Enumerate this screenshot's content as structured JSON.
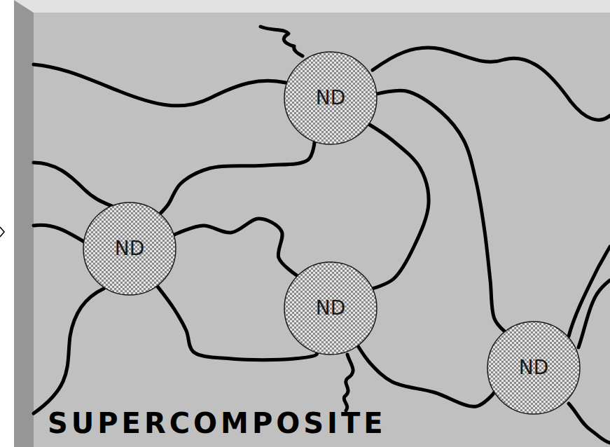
{
  "diagram": {
    "nodes": [
      {
        "text": [
          "ND"
        ]
      },
      {
        "text": [
          "ND"
        ]
      },
      {
        "text": [
          "ND"
        ]
      },
      {
        "text": [
          "ND"
        ]
      }
    ],
    "edges": [
      {
        "from": 0,
        "to": 1,
        "arrow": "none"
      },
      {
        "from": 0,
        "to": 2,
        "arrow": "none"
      },
      {
        "from": 1,
        "to": 2,
        "arrow": "none"
      },
      {
        "from": 1,
        "to": 2,
        "arrow": "none"
      },
      {
        "from": 2,
        "to": 3,
        "arrow": "none"
      },
      {
        "from": 0,
        "to": 3,
        "arrow": "none"
      }
    ],
    "labels": [
      "SUPERCOMPOSITE"
    ]
  }
}
